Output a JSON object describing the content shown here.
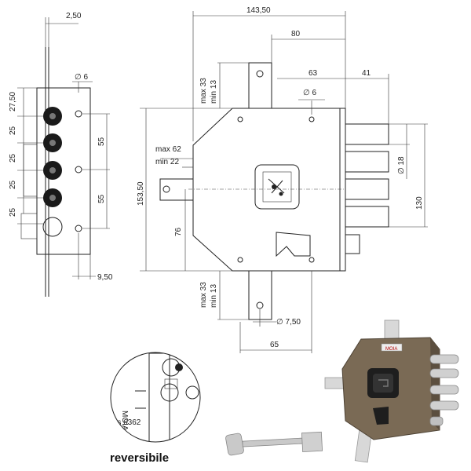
{
  "side_view": {
    "dims": {
      "top_offset": "2,50",
      "pitch_first": "27,50",
      "pitch_a": "25",
      "pitch_b": "25",
      "pitch_c": "25",
      "pitch_d": "25",
      "hole_dia": "∅ 6",
      "span_upper": "55",
      "span_lower": "55",
      "bottom_offset": "9,50"
    }
  },
  "front_view": {
    "dims": {
      "overall_width": "143,50",
      "tab_to_edge": "80",
      "backset_63": "63",
      "backset_41": "41",
      "hole_dia": "∅ 6",
      "overall_height": "153,50",
      "max_upper": "max 33",
      "min_upper": "min 13",
      "max_side": "max 62",
      "min_side": "min 22",
      "height_76": "76",
      "bolt_dia": "∅ 18",
      "bolt_span": "130",
      "max_lower": "max 33",
      "min_lower": "min 13",
      "lower_hole_dia": "∅ 7,50",
      "lower_width": "65"
    }
  },
  "detail": {
    "text_top": "MOIA",
    "text_small": "nts 6362"
  },
  "photo": {
    "brand_label": "MOIA"
  },
  "caption": {
    "reversibile": "reversibile"
  },
  "colors": {
    "line": "#222222",
    "housing": "#7a6a55",
    "chrome": "#c9c9c9"
  }
}
